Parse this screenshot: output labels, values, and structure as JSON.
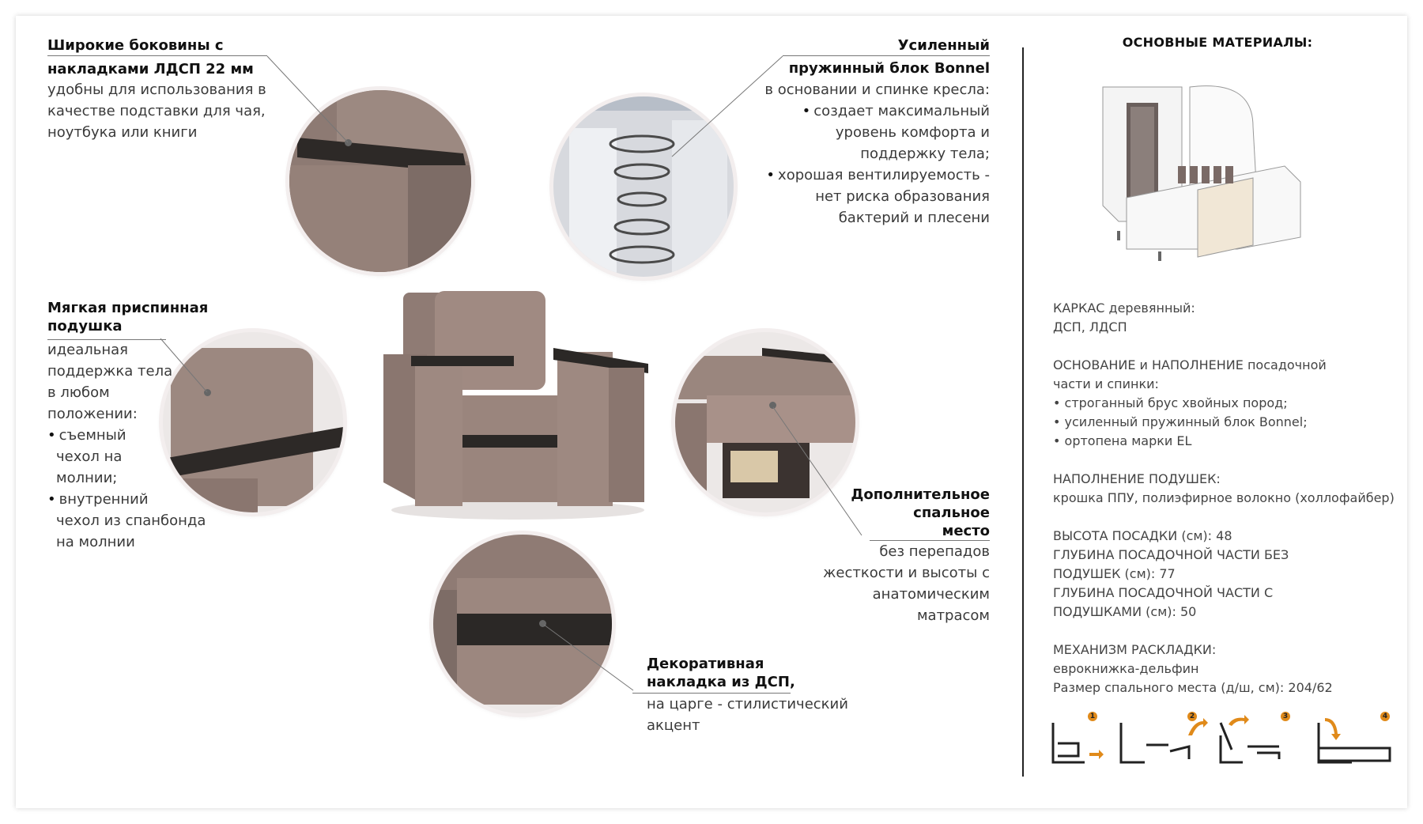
{
  "features": {
    "armrests": {
      "title_1": "Широкие боковины с",
      "title_2": "накладками ЛДСП 22 мм",
      "desc": [
        "удобны для использования в",
        "качестве подставки для чая,",
        "ноутбука или книги"
      ]
    },
    "spring": {
      "title_1": "Усиленный",
      "title_2": "пружинный блок Bonnel",
      "desc": [
        "в основании и спинке кресла:"
      ],
      "bullets": [
        "создает максимальный",
        "уровень комфорта и",
        "поддержку тела;",
        "хорошая вентилируемость -",
        "нет риска образования",
        "бактерий и плесени"
      ]
    },
    "cushion": {
      "title_1": "Мягкая приспинная",
      "title_2": "подушка",
      "desc": [
        "идеальная",
        "поддержка тела",
        "в любом",
        "положении:"
      ],
      "bullets": [
        "съемный",
        "чехол на",
        "молнии;",
        "внутренний",
        "чехол из спанбонда",
        "на молнии"
      ]
    },
    "sleeping": {
      "title_1": "Дополнительное",
      "title_2": "спальное",
      "title_3": "место",
      "desc": [
        "без перепадов",
        "жесткости и высоты с",
        "анатомическим",
        "матрасом"
      ]
    },
    "decor": {
      "title_1": "Декоративная",
      "title_2": "накладка из ДСП,",
      "desc": [
        "на царге - стилистический",
        "акцент"
      ]
    }
  },
  "materials": {
    "title": "ОСНОВНЫЕ МАТЕРИАЛЫ:",
    "lines": [
      "КАРКАС деревянный:",
      "ДСП, ЛДСП",
      "",
      "ОСНОВАНИЕ и НАПОЛНЕНИЕ посадочной",
      "части и спинки:",
      "• строганный брус хвойных пород;",
      "• усиленный пружинный блок Bonnel;",
      "• ортопена марки EL",
      "",
      "НАПОЛНЕНИЕ ПОДУШЕК:",
      "крошка ППУ, полиэфирное волокно (холлофайбер)",
      "",
      "ВЫСОТА ПОСАДКИ (см): 48",
      "ГЛУБИНА ПОСАДОЧНОЙ ЧАСТИ БЕЗ",
      "ПОДУШЕК (см): 77",
      "ГЛУБИНА ПОСАДОЧНОЙ ЧАСТИ С",
      "ПОДУШКАМИ (см): 50",
      "",
      "МЕХАНИЗМ РАСКЛАДКИ:",
      "еврокнижка-дельфин",
      "Размер спального места (д/ш, см): 204/62"
    ],
    "steps": [
      "1",
      "2",
      "3",
      "4"
    ]
  },
  "colors": {
    "fabric": "#a08a82",
    "dark_panel": "#2b2826",
    "accent_badge": "#e08a1a"
  }
}
